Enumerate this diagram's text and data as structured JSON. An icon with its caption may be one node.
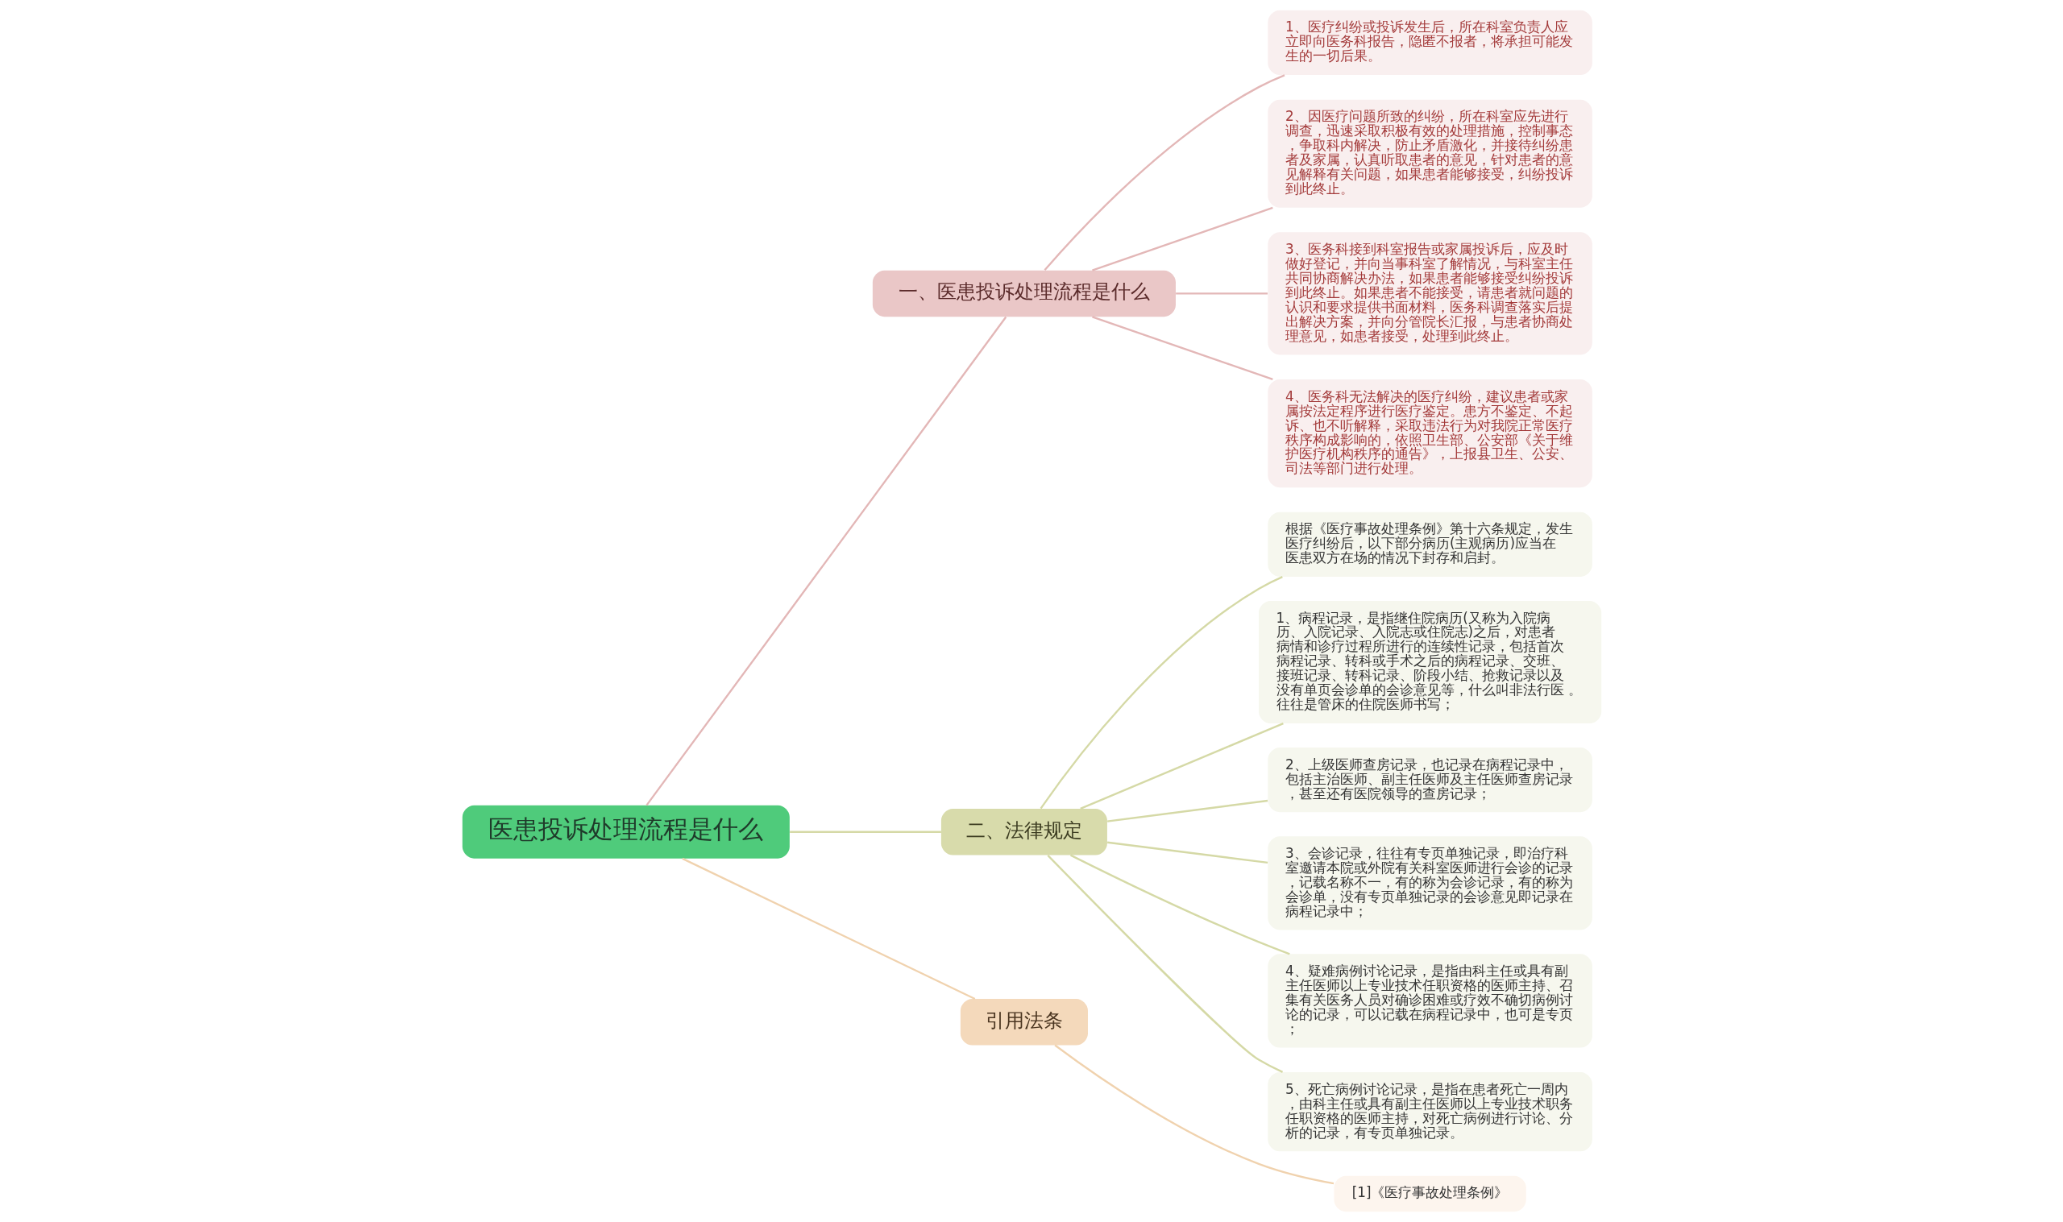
{
  "diagram": {
    "nodes": [
      {
        "text": [
          "医患投诉处理流程是什么"
        ]
      },
      {
        "text": [
          "一、医患投诉处理流程是什么"
        ]
      },
      {
        "text": [
          "1、医疗纠纷或投诉发生后，所在科室负责人应立即向医务科报告，隐匿不报者，将承担可能发生的一切后果。"
        ]
      },
      {
        "text": [
          "2、因医疗问题所致的纠纷，所在科室应先进行调查，迅速采取积极有效的处理措施，控制事态，争取科内解决，防止矛盾激化，并接待纠纷患者及家属，认真听取患者的意见，针对患者的意见解释有关问题，如果患者能够接受，纠纷投诉到此终止。"
        ]
      },
      {
        "text": [
          "3、医务科接到科室报告或家属投诉后，应及时做好登记，并向当事科室了解情况，与科室主任共同协商解决办法，如果患者能够接受纠纷投诉到此终止。如果患者不能接受，请患者就问题的认识和要求提供书面材料，医务科调查落实后提出解决方案，并向分管院长汇报，与患者协商处理意见，如患者接受，处理到此终止。"
        ]
      },
      {
        "text": [
          "4、医务科无法解决的医疗纠纷，建议患者或家属按法定程序进行医疗鉴定。患方不鉴定、不起诉、也不听解释，采取违法行为对我院正常医疗秩序构成影响的，依照卫生部、公安部《关于维护医疗机构秩序的通告》，上报县卫生、公安、司法等部门进行处理。"
        ]
      },
      {
        "text": [
          "二、法律规定"
        ]
      },
      {
        "text": [
          "根据《医疗事故处理条例》第十六条规定，发生医疗纠纷后，以下部分病历(主观病历)应当在医患双方在场的情况下封存和启封。"
        ]
      },
      {
        "text": [
          "1、病程记录，是指继住院病历(又称为入院病历、入院记录、入院志或住院志)之后，对患者病情和诊疗过程所进行的连续性记录，包括首次病程记录、转科或手术之后的病程记录、交班、接班记录、转科记录、阶段小结、抢救记录以及没有单页会诊单的会诊意见等，什么叫非法行医 。往往是管床的住院医师书写；"
        ]
      },
      {
        "text": [
          "2、上级医师查房记录，也记录在病程记录中，包括主治医师、副主任医师及主任医师查房记录，甚至还有医院领导的查房记录；"
        ]
      },
      {
        "text": [
          "3、会诊记录，往往有专页单独记录，即治疗科室邀请本院或外院有关科室医师进行会诊的记录，记载名称不一，有的称为会诊记录，有的称为会诊单，没有专页单独记录的会诊意见即记录在病程记录中；"
        ]
      },
      {
        "text": [
          "4、疑难病例讨论记录，是指由科主任或具有副主任医师以上专业技术任职资格的医师主持、召集有关医务人员对确诊困难或疗效不确切病例讨论的记录，可以记载在病程记录中，也可是专页；"
        ]
      },
      {
        "text": [
          "5、死亡病例讨论记录，是指在患者死亡一周内，由科主任或具有副主任医师以上专业技术职务任职资格的医师主持，对死亡病例进行讨论、分析的记录，有专页单独记录。"
        ]
      },
      {
        "text": [
          "引用法条"
        ]
      },
      {
        "text": [
          "[1]《医疗事故处理条例》"
        ]
      }
    ],
    "edges": [
      {
        "from": 0,
        "to": 1,
        "arrow": "none",
        "color": "#e3b7b7"
      },
      {
        "from": 1,
        "to": 2,
        "arrow": "none",
        "color": "#e3b7b7"
      },
      {
        "from": 1,
        "to": 3,
        "arrow": "none",
        "color": "#e3b7b7"
      },
      {
        "from": 1,
        "to": 4,
        "arrow": "none",
        "color": "#e3b7b7"
      },
      {
        "from": 1,
        "to": 5,
        "arrow": "none",
        "color": "#e3b7b7"
      },
      {
        "from": 0,
        "to": 6,
        "arrow": "none"
      },
      {
        "from": 6,
        "to": 7,
        "arrow": "none"
      },
      {
        "from": 6,
        "to": 8,
        "arrow": "none"
      },
      {
        "from": 6,
        "to": 9,
        "arrow": "none"
      },
      {
        "from": 6,
        "to": 10,
        "arrow": "none"
      },
      {
        "from": 6,
        "to": 11,
        "arrow": "none"
      },
      {
        "from": 6,
        "to": 12,
        "arrow": "none"
      },
      {
        "from": 0,
        "to": 13,
        "arrow": "none",
        "color": "#f0d2ae"
      },
      {
        "from": 13,
        "to": 14,
        "arrow": "none",
        "color": "#f0d2ae"
      }
    ]
  }
}
